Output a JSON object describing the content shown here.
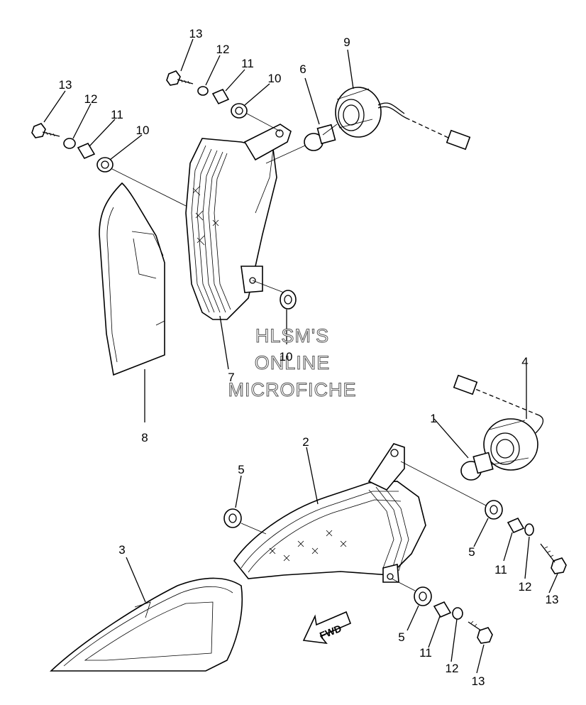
{
  "watermark": {
    "line1": "HLSM'S",
    "line2": "ONLINE",
    "line3": "MICROFICHE"
  },
  "fwd_label": "FWD",
  "callouts": {
    "c1": "1",
    "c2": "2",
    "c3": "3",
    "c4": "4",
    "c5a": "5",
    "c5b": "5",
    "c5c": "5",
    "c6": "6",
    "c7": "7",
    "c8": "8",
    "c9": "9",
    "c10a": "10",
    "c10b": "10",
    "c10c": "10",
    "c11a": "11",
    "c11b": "11",
    "c11c": "11",
    "c11d": "11",
    "c12a": "12",
    "c12b": "12",
    "c12c": "12",
    "c12d": "12",
    "c13a": "13",
    "c13b": "13",
    "c13c": "13",
    "c13d": "13"
  }
}
